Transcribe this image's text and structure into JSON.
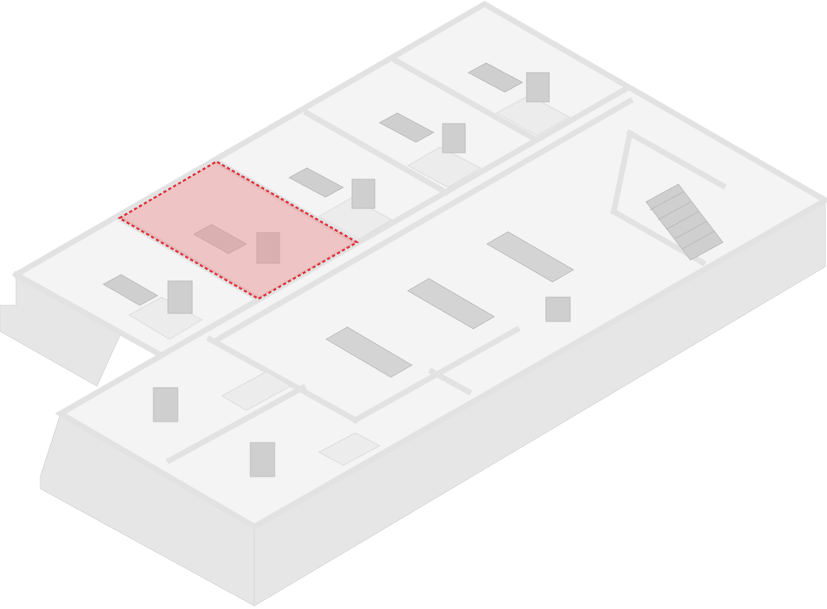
{
  "diagram": {
    "type": "isometric-floor-plan",
    "highlight": {
      "room": "patient-room-2",
      "fill_color": "#e88a8a",
      "outline_color": "#e0303a",
      "outline_style": "dashed"
    },
    "colors": {
      "walls": "#ececec",
      "floor": "#f4f4f4",
      "furniture": "#cfcfcf"
    }
  }
}
